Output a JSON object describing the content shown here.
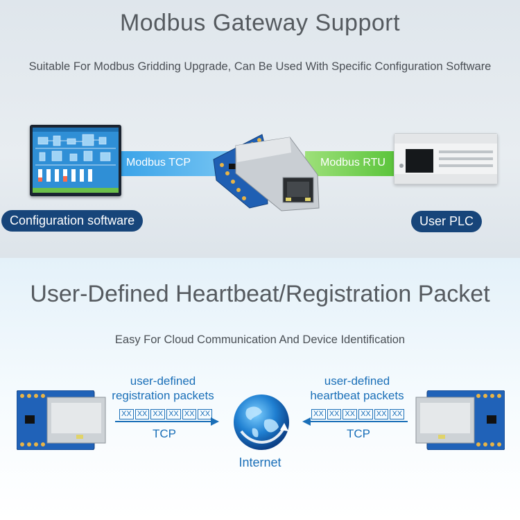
{
  "gateway": {
    "title": "Modbus Gateway Support",
    "subtitle": "Suitable For Modbus Gridding Upgrade, Can Be Used With Specific Configuration Software",
    "tcp_label": "Modbus TCP",
    "rtu_label": "Modbus RTU",
    "config_label": "Configuration software",
    "plc_label": "User PLC",
    "colors": {
      "tcp_band": "#3aa3e8",
      "rtu_band": "#55c236",
      "pill": "#17457a"
    }
  },
  "heartbeat": {
    "title": "User-Defined Heartbeat/Registration Packet",
    "subtitle": "Easy For Cloud Communication And Device Identification",
    "left_caption_line1": "user-defined",
    "left_caption_line2": "registration packets",
    "right_caption_line1": "user-defined",
    "right_caption_line2": "heartbeat packets",
    "packet_bytes": [
      "XX",
      "XX",
      "XX",
      "XX",
      "XX",
      "XX"
    ],
    "left_protocol": "TCP",
    "right_protocol": "TCP",
    "internet_label": "Internet",
    "colors": {
      "accent": "#1a6fb8"
    }
  },
  "icons": [
    "monitor-icon",
    "ethernet-module-icon",
    "plc-icon",
    "globe-icon"
  ]
}
